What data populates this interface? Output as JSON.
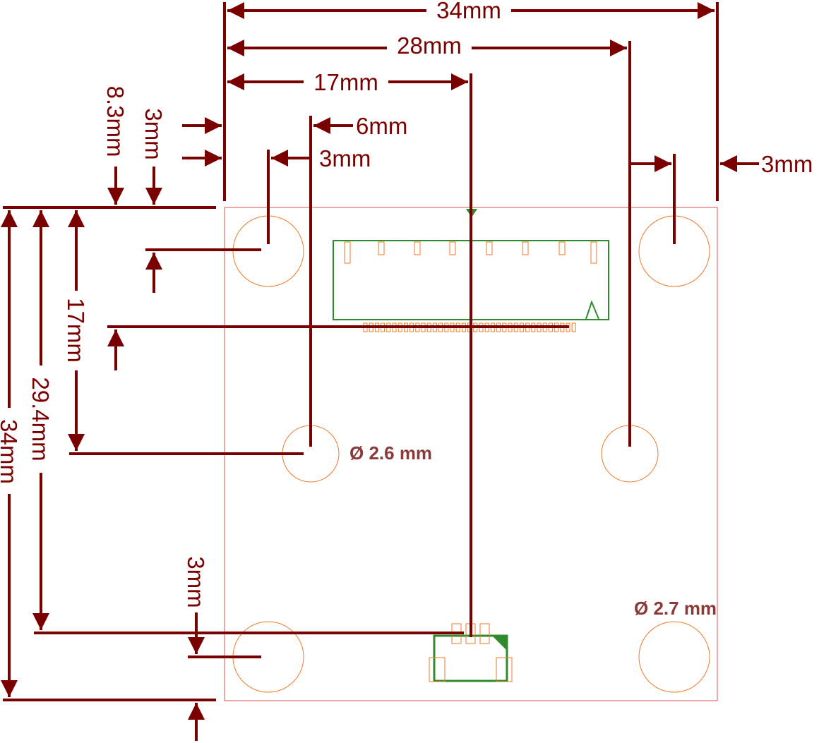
{
  "colors": {
    "dimension": "#7a0000",
    "board_outline": "#d9534f",
    "copper_pad": "#f07a2a",
    "silkscreen": "#2e8b2e",
    "hole_label": "#8b3a3a",
    "background": "#ffffff"
  },
  "dimensions": {
    "top_34": "34mm",
    "top_28": "28mm",
    "top_17": "17mm",
    "top_6": "6mm",
    "top_3_inner": "3mm",
    "right_3": "3mm",
    "left_8_3": "8.3mm",
    "left_3_top": "3mm",
    "left_17": "17mm",
    "left_29_4": "29.4mm",
    "left_34": "34mm",
    "left_3_bottom": "3mm"
  },
  "holes": {
    "small_label": "Ø 2.6 mm",
    "large_label": "Ø 2.7 mm"
  }
}
